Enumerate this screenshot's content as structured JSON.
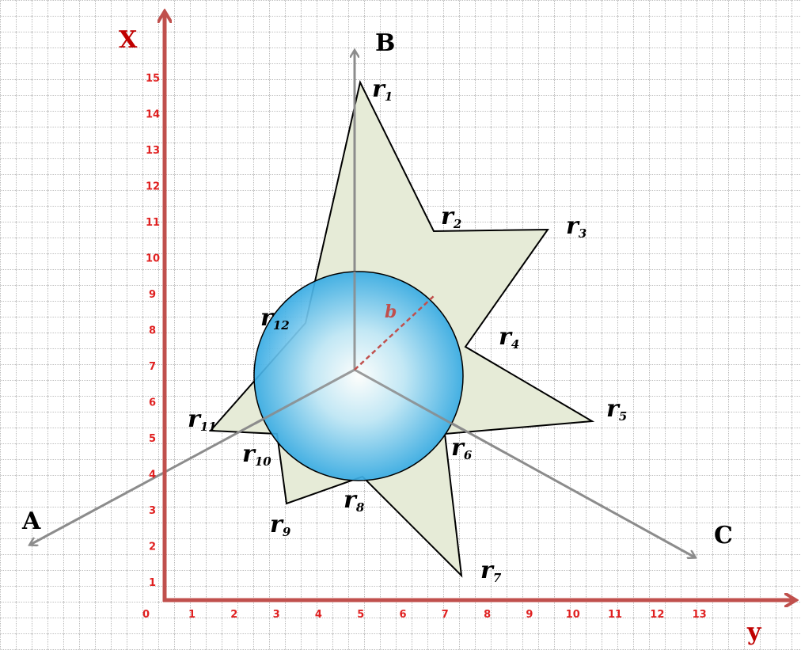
{
  "axes": {
    "x_title": "X",
    "y_title": "y",
    "origin_label": "0",
    "x_ticks": [
      "1",
      "2",
      "3",
      "4",
      "5",
      "6",
      "7",
      "8",
      "9",
      "10",
      "11",
      "12",
      "13",
      "14",
      "15"
    ],
    "y_ticks": [
      "1",
      "2",
      "3",
      "4",
      "5",
      "6",
      "7",
      "8",
      "9",
      "10",
      "11",
      "12",
      "13"
    ]
  },
  "directions": {
    "a": "A",
    "b": "B",
    "c": "C"
  },
  "vertices": [
    {
      "main": "r",
      "sub": "1"
    },
    {
      "main": "r",
      "sub": "2"
    },
    {
      "main": "r",
      "sub": "3"
    },
    {
      "main": "r",
      "sub": "4"
    },
    {
      "main": "r",
      "sub": "5"
    },
    {
      "main": "r",
      "sub": "6"
    },
    {
      "main": "r",
      "sub": "7"
    },
    {
      "main": "r",
      "sub": "8"
    },
    {
      "main": "r",
      "sub": "9"
    },
    {
      "main": "r",
      "sub": "10"
    },
    {
      "main": "r",
      "sub": "11"
    },
    {
      "main": "r",
      "sub": "12"
    }
  ],
  "radius_label": "b",
  "colors": {
    "axis": "#c0504d",
    "tick_text": "#e02020",
    "direction_axis": "#8c8c8c",
    "polygon_fill": "#e6ebd7",
    "polygon_stroke": "#000000",
    "circle_fill": "#2aaae6",
    "radius_line": "#c0504d"
  }
}
